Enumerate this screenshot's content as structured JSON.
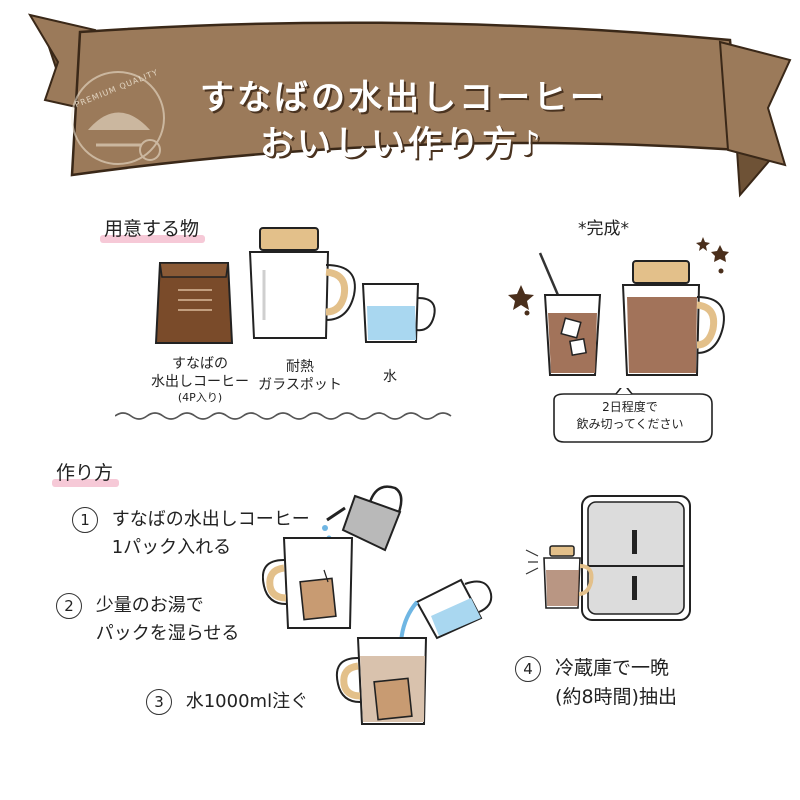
{
  "banner": {
    "title_line1": "すなばの水出しコーヒー",
    "title_line2": "おいしい作り方♪",
    "badge_text": "PREMIUM QUALITY"
  },
  "items_section": {
    "heading": "用意する物",
    "items": [
      {
        "name": "すなばの\n水出しコーヒー",
        "sub": "(4P入り)",
        "icon": "coffee-bag-icon"
      },
      {
        "name": "耐熱\nガラスポット",
        "icon": "glass-pot-icon"
      },
      {
        "name": "水",
        "icon": "water-cup-icon"
      }
    ]
  },
  "done_section": {
    "heading": "*完成*",
    "bubble": "2日程度で\n飲み切ってください",
    "icon": "iced-coffee-icon"
  },
  "howto_section": {
    "heading": "作り方",
    "steps": [
      {
        "num": "1",
        "text": "すなばの水出しコーヒー\n1パック入れる"
      },
      {
        "num": "2",
        "text": "少量のお湯で\nパックを湿らせる"
      },
      {
        "num": "3",
        "text": "水1000ml注ぐ"
      },
      {
        "num": "4",
        "text": "冷蔵庫で一晩\n(約8時間)抽出"
      }
    ]
  },
  "colors": {
    "banner": "#9b7a5a",
    "banner_dark": "#6e5236",
    "cork": "#e3c08a",
    "coffee": "#a2735a",
    "water": "#a9d7f0",
    "highlight": "#f6c9d7",
    "fridge": "#dcdcdc",
    "kettle": "#b9b9b9"
  }
}
